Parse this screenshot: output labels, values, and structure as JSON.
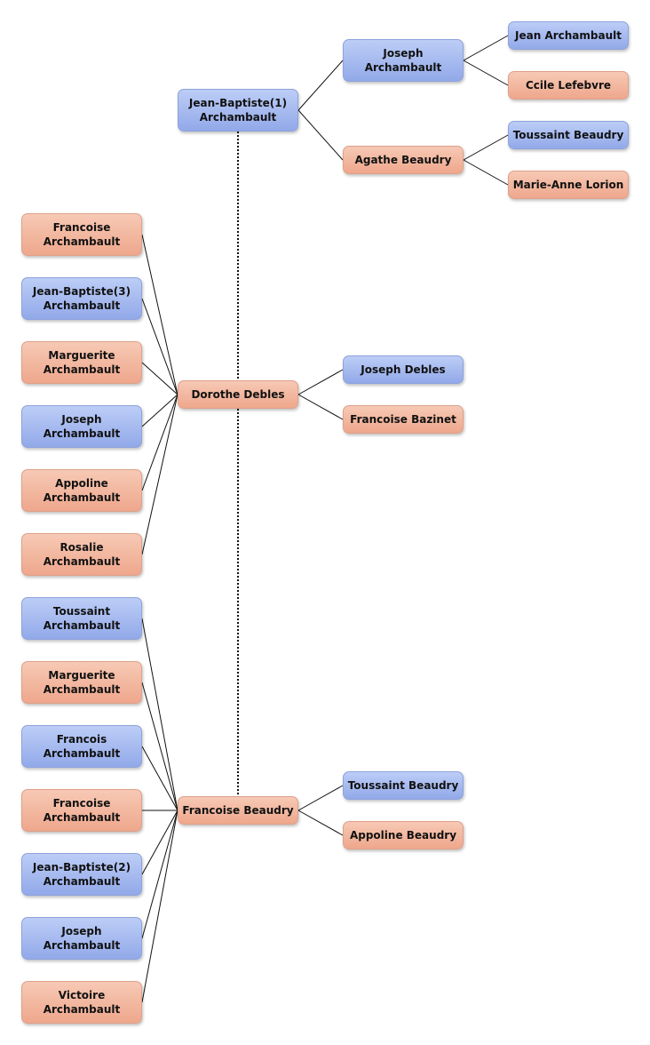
{
  "colors": {
    "male": "#9db3ec",
    "female": "#f1b39b",
    "line": "#111111"
  },
  "persons": {
    "jb1": {
      "name": "Jean-Baptiste(1)\nArchambault",
      "sex": "male"
    },
    "joseph_p": {
      "name": "Joseph\nArchambault",
      "sex": "male"
    },
    "agathe": {
      "name": "Agathe Beaudry",
      "sex": "female"
    },
    "jean": {
      "name": "Jean Archambault",
      "sex": "male"
    },
    "ccile": {
      "name": "Ccile Lefebvre",
      "sex": "female"
    },
    "toussB": {
      "name": "Toussaint Beaudry",
      "sex": "male"
    },
    "marieA": {
      "name": "Marie-Anne Lorion",
      "sex": "female"
    },
    "dorothe": {
      "name": "Dorothe Debles",
      "sex": "female"
    },
    "josephD": {
      "name": "Joseph Debles",
      "sex": "male"
    },
    "francBaz": {
      "name": "Francoise Bazinet",
      "sex": "female"
    },
    "francB": {
      "name": "Francoise Beaudry",
      "sex": "female"
    },
    "toussB2": {
      "name": "Toussaint Beaudry",
      "sex": "male"
    },
    "appB": {
      "name": "Appoline Beaudry",
      "sex": "female"
    },
    "c1": {
      "name": "Francoise\nArchambault",
      "sex": "female"
    },
    "c2": {
      "name": "Jean-Baptiste(3)\nArchambault",
      "sex": "male"
    },
    "c3": {
      "name": "Marguerite\nArchambault",
      "sex": "female"
    },
    "c4": {
      "name": "Joseph\nArchambault",
      "sex": "male"
    },
    "c5": {
      "name": "Appoline\nArchambault",
      "sex": "female"
    },
    "c6": {
      "name": "Rosalie\nArchambault",
      "sex": "female"
    },
    "c7": {
      "name": "Toussaint\nArchambault",
      "sex": "male"
    },
    "c8": {
      "name": "Marguerite\nArchambault",
      "sex": "female"
    },
    "c9": {
      "name": "Francois\nArchambault",
      "sex": "male"
    },
    "c10": {
      "name": "Francoise\nArchambault",
      "sex": "female"
    },
    "c11": {
      "name": "Jean-Baptiste(2)\nArchambault",
      "sex": "male"
    },
    "c12": {
      "name": "Joseph\nArchambault",
      "sex": "male"
    },
    "c13": {
      "name": "Victoire\nArchambault",
      "sex": "female"
    }
  },
  "parents": [
    {
      "child": "jb1",
      "parents": [
        "joseph_p",
        "agathe"
      ]
    },
    {
      "child": "joseph_p",
      "parents": [
        "jean",
        "ccile"
      ]
    },
    {
      "child": "agathe",
      "parents": [
        "toussB",
        "marieA"
      ]
    },
    {
      "child": "dorothe",
      "parents": [
        "josephD",
        "francBaz"
      ]
    },
    {
      "child": "francB",
      "parents": [
        "toussB2",
        "appB"
      ]
    }
  ],
  "marriages": [
    {
      "a": "jb1",
      "b": "dorothe"
    },
    {
      "a": "dorothe",
      "b": "francB"
    }
  ],
  "children": [
    {
      "parent": "dorothe",
      "children": [
        "c1",
        "c2",
        "c3",
        "c4",
        "c5",
        "c6"
      ]
    },
    {
      "parent": "francB",
      "children": [
        "c7",
        "c8",
        "c9",
        "c10",
        "c11",
        "c12",
        "c13"
      ]
    }
  ]
}
